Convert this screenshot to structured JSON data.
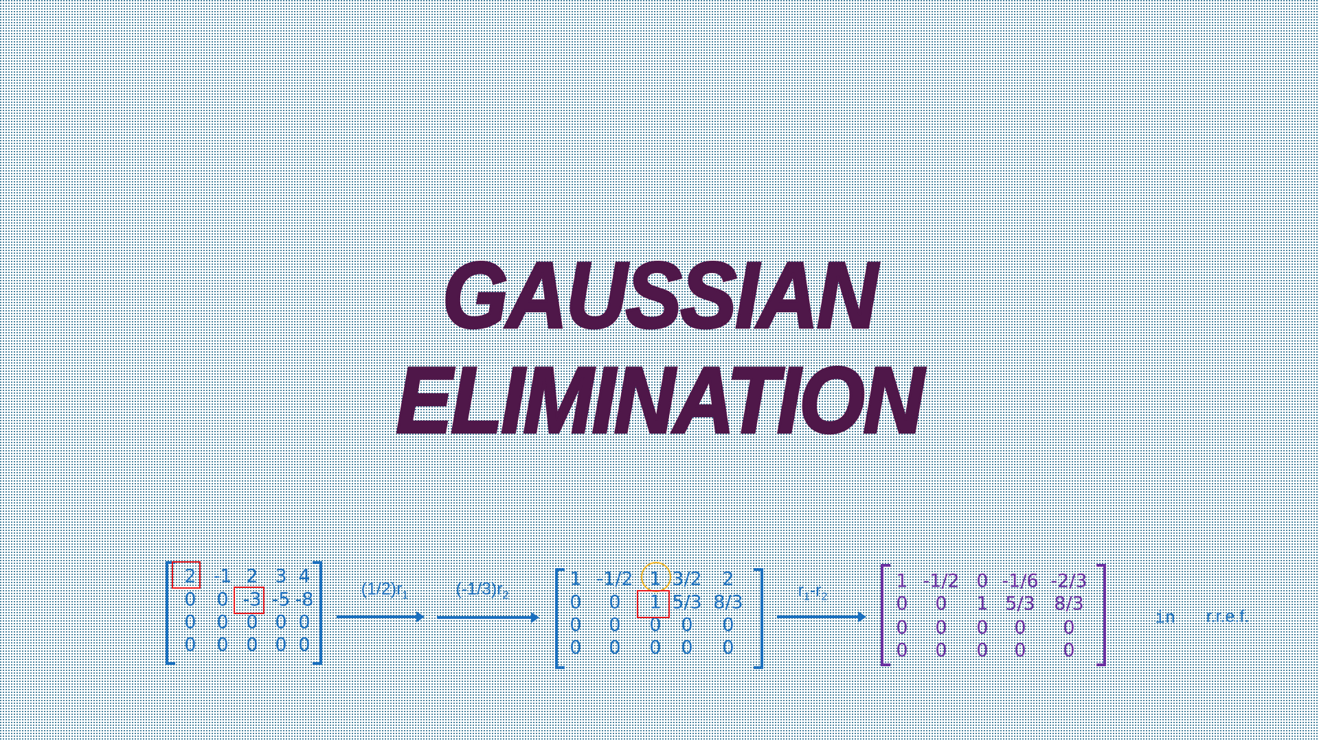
{
  "title": {
    "line1": "GAUSSIAN",
    "line2": "ELIMINATION"
  },
  "colors": {
    "title": "#4f1749",
    "matrix_blue": "#1a6fbf",
    "matrix_purple": "#6b2fa0",
    "pivot_box": "#e8161b",
    "circle": "#f2b21b"
  },
  "matrix1": [
    [
      "2",
      "-1",
      "2",
      "3",
      "4"
    ],
    [
      "0",
      "0",
      "-3",
      "-5",
      "-8"
    ],
    [
      "0",
      "0",
      "0",
      "0",
      "0"
    ],
    [
      "0",
      "0",
      "0",
      "0",
      "0"
    ]
  ],
  "op1": {
    "text": "(1/2)r",
    "sub": "1"
  },
  "op2": {
    "text": "(-1/3)r",
    "sub": "2"
  },
  "matrix2": [
    [
      "1",
      "-1/2",
      "1",
      "3/2",
      "2"
    ],
    [
      "0",
      "0",
      "1",
      "5/3",
      "8/3"
    ],
    [
      "0",
      "0",
      "0",
      "0",
      "0"
    ],
    [
      "0",
      "0",
      "0",
      "0",
      "0"
    ]
  ],
  "op3": {
    "a": "r",
    "a_sub": "1",
    "minus": "-",
    "b": "r",
    "b_sub": "2"
  },
  "matrix3": [
    [
      "1",
      "-1/2",
      "0",
      "-1/6",
      "-2/3"
    ],
    [
      "0",
      "0",
      "1",
      "5/3",
      "8/3"
    ],
    [
      "0",
      "0",
      "0",
      "0",
      "0"
    ],
    [
      "0",
      "0",
      "0",
      "0",
      "0"
    ]
  ],
  "result": {
    "in": "in",
    "form": "r.r.e.f."
  }
}
